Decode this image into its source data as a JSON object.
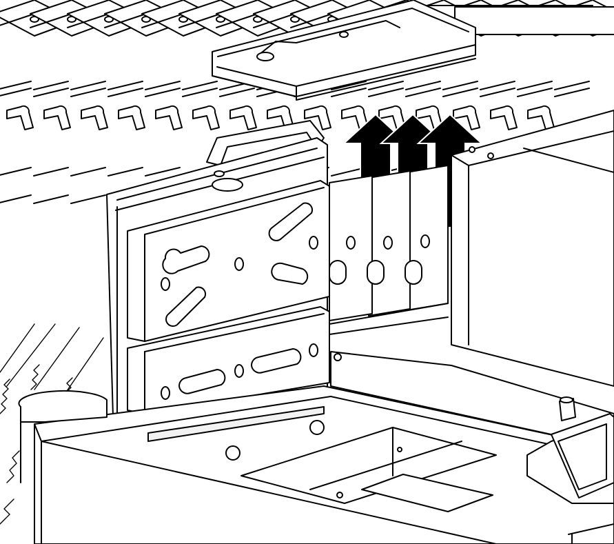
{
  "diagram": {
    "stroke_color": "#000000",
    "fill_color": "#ffffff",
    "shade_color": "#f2f2f2",
    "arrow_color": "#000000",
    "arrow_count": 3,
    "rack_rail_count": 16,
    "hook_count": 15,
    "inserted_plate_count": 3
  }
}
